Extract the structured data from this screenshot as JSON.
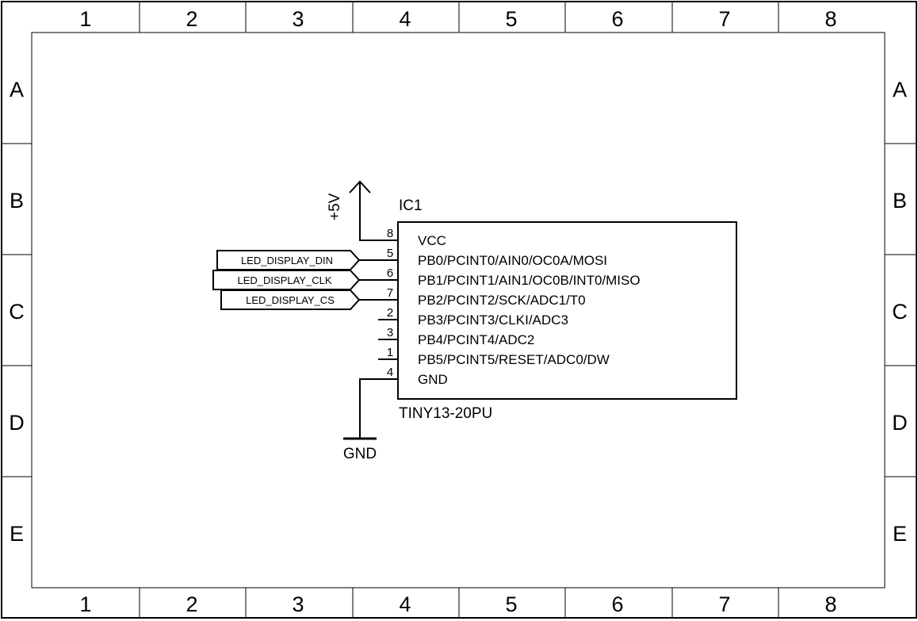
{
  "frame": {
    "columns": [
      "1",
      "2",
      "3",
      "4",
      "5",
      "6",
      "7",
      "8"
    ],
    "rows": [
      "A",
      "B",
      "C",
      "D",
      "E"
    ]
  },
  "ic": {
    "ref": "IC1",
    "value": "TINY13-20PU",
    "pins": [
      {
        "num": "8",
        "name": "VCC"
      },
      {
        "num": "5",
        "name": "PB0/PCINT0/AIN0/OC0A/MOSI"
      },
      {
        "num": "6",
        "name": "PB1/PCINT1/AIN1/OC0B/INT0/MISO"
      },
      {
        "num": "7",
        "name": "PB2/PCINT2/SCK/ADC1/T0"
      },
      {
        "num": "2",
        "name": "PB3/PCINT3/CLKI/ADC3"
      },
      {
        "num": "3",
        "name": "PB4/PCINT4/ADC2"
      },
      {
        "num": "1",
        "name": "PB5/PCINT5/RESET/ADC0/DW"
      },
      {
        "num": "4",
        "name": "GND"
      }
    ]
  },
  "power": {
    "supply": "+5V",
    "ground": "GND"
  },
  "net_labels": [
    "LED_DISPLAY_DIN",
    "LED_DISPLAY_CLK",
    "LED_DISPLAY_CS"
  ]
}
